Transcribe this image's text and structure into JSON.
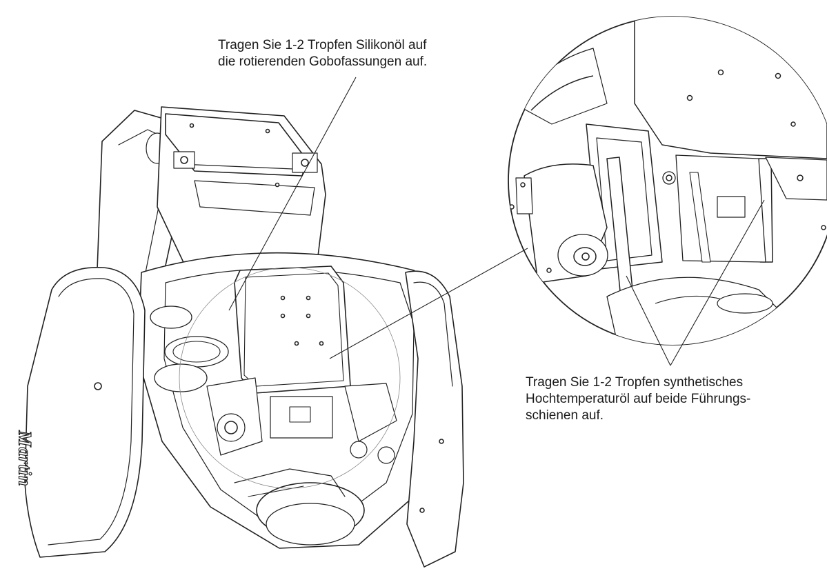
{
  "callouts": {
    "gobo": {
      "line1": "Tragen Sie 1-2 Tropfen Silikonöl auf",
      "line2": "die rotierenden Gobofassungen auf."
    },
    "rails": {
      "line1": "Tragen Sie 1-2 Tropfen synthetisches",
      "line2": "Hochtemperaturöl auf beide Führungs-",
      "line3": "schienen auf."
    }
  },
  "logo": {
    "text": "Martin"
  },
  "colors": {
    "line": "#222222",
    "fill": "#ffffff",
    "text": "#1a1a1a"
  },
  "icons": {
    "fixture": "moving-head-fixture-drawing",
    "detail": "magnified-guide-rail-detail"
  }
}
